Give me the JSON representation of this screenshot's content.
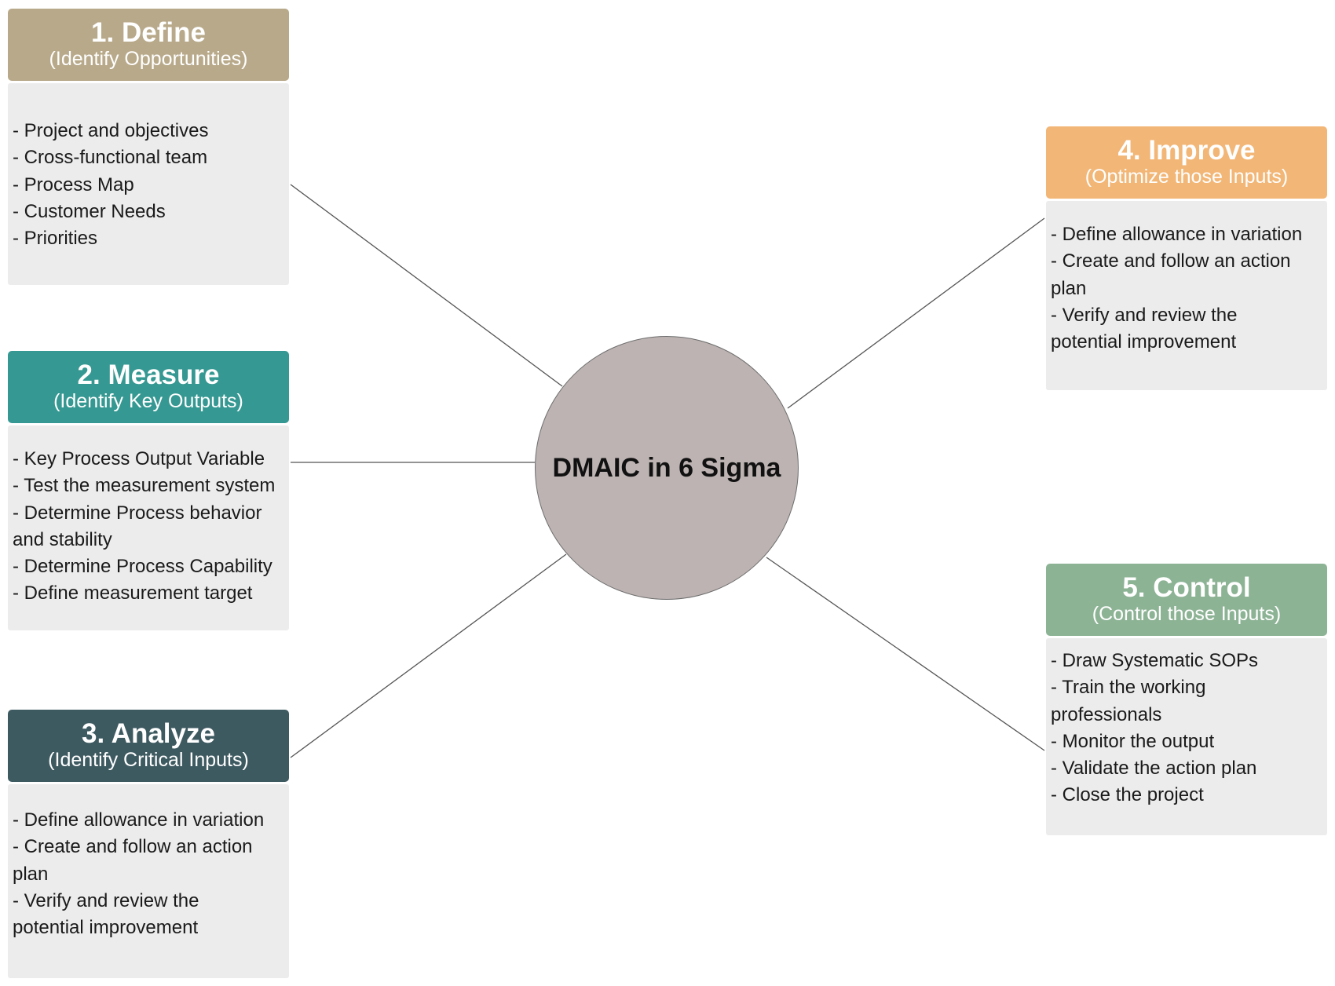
{
  "center": {
    "title": "DMAIC in 6 Sigma"
  },
  "colors": {
    "define": "#b8a98a",
    "measure": "#369892",
    "analyze": "#3e5a61",
    "improve": "#f2b676",
    "control": "#8db395",
    "body": "#ececec",
    "circle": "#bcb3b2"
  },
  "phases": [
    {
      "title": "1. Define",
      "subtitle": "(Identify Opportunities)",
      "items": [
        "- Project and objectives",
        "- Cross-functional team",
        "- Process Map",
        "- Customer Needs",
        "- Priorities"
      ]
    },
    {
      "title": "2. Measure",
      "subtitle": "(Identify Key Outputs)",
      "items": [
        "- Key Process Output Variable",
        "- Test the measurement system",
        "- Determine Process behavior",
        "and stability",
        "- Determine Process Capability",
        "- Define measurement target"
      ]
    },
    {
      "title": "3. Analyze",
      "subtitle": "(Identify Critical Inputs)",
      "items": [
        "- Define allowance in variation",
        "- Create and follow an action",
        "plan",
        "- Verify and review the",
        "potential improvement"
      ]
    },
    {
      "title": "4. Improve",
      "subtitle": "(Optimize those Inputs)",
      "items": [
        "- Define allowance in variation",
        "- Create and follow an action",
        "plan",
        "- Verify and review the",
        "potential improvement"
      ]
    },
    {
      "title": "5. Control",
      "subtitle": "(Control those Inputs)",
      "items": [
        "- Draw Systematic SOPs",
        "- Train the working",
        "professionals",
        "- Monitor the output",
        "- Validate the action plan",
        "- Close the project"
      ]
    }
  ]
}
